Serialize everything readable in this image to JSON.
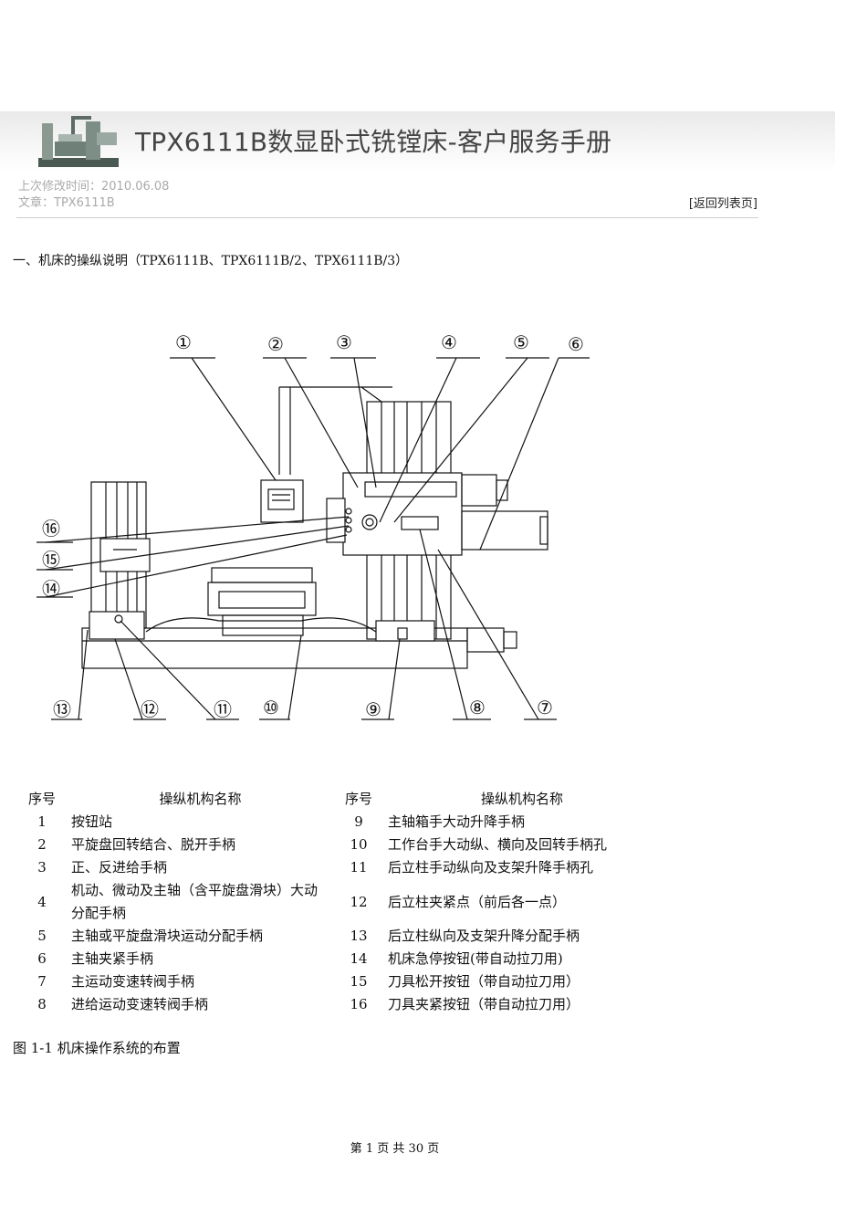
{
  "header": {
    "title": "TPX6111B数显卧式铣镗床-客户服务手册",
    "modified": "上次修改时间：2010.06.08",
    "article": "文章：TPX6111B",
    "back_link": "[返回列表页]"
  },
  "section_heading": "一、机床的操纵说明（TPX6111B、TPX6111B/2、TPX6111B/3）",
  "diagram": {
    "callouts": [
      "①",
      "②",
      "③",
      "④",
      "⑤",
      "⑥",
      "⑦",
      "⑧",
      "⑨",
      "⑩",
      "⑪",
      "⑫",
      "⑬",
      "⑭",
      "⑮",
      "⑯"
    ]
  },
  "table": {
    "headers": {
      "num": "序号",
      "name": "操纵机构名称"
    },
    "rows": [
      {
        "n1": "1",
        "t1": "按钮站",
        "n2": "9",
        "t2": "主轴箱手大动升降手柄"
      },
      {
        "n1": "2",
        "t1": "平旋盘回转结合、脱开手柄",
        "n2": "10",
        "t2": "工作台手大动纵、横向及回转手柄孔"
      },
      {
        "n1": "3",
        "t1": "正、反进给手柄",
        "n2": "11",
        "t2": "后立柱手动纵向及支架升降手柄孔"
      },
      {
        "n1": "4",
        "t1": "机动、微动及主轴（含平旋盘滑块）大动分配手柄",
        "n2": "12",
        "t2": "后立柱夹紧点（前后各一点）"
      },
      {
        "n1": "5",
        "t1": "主轴或平旋盘滑块运动分配手柄",
        "n2": "13",
        "t2": "后立柱纵向及支架升降分配手柄"
      },
      {
        "n1": "6",
        "t1": "主轴夹紧手柄",
        "n2": "14",
        "t2": "机床急停按钮(带自动拉刀用)"
      },
      {
        "n1": "7",
        "t1": "主运动变速转阀手柄",
        "n2": "15",
        "t2": "刀具松开按钮（带自动拉刀用）"
      },
      {
        "n1": "8",
        "t1": "进给运动变速转阀手柄",
        "n2": "16",
        "t2": "刀具夹紧按钮（带自动拉刀用）"
      }
    ]
  },
  "caption": "图 1-1 机床操作系统的布置",
  "footer": "第 1 页 共 30 页"
}
